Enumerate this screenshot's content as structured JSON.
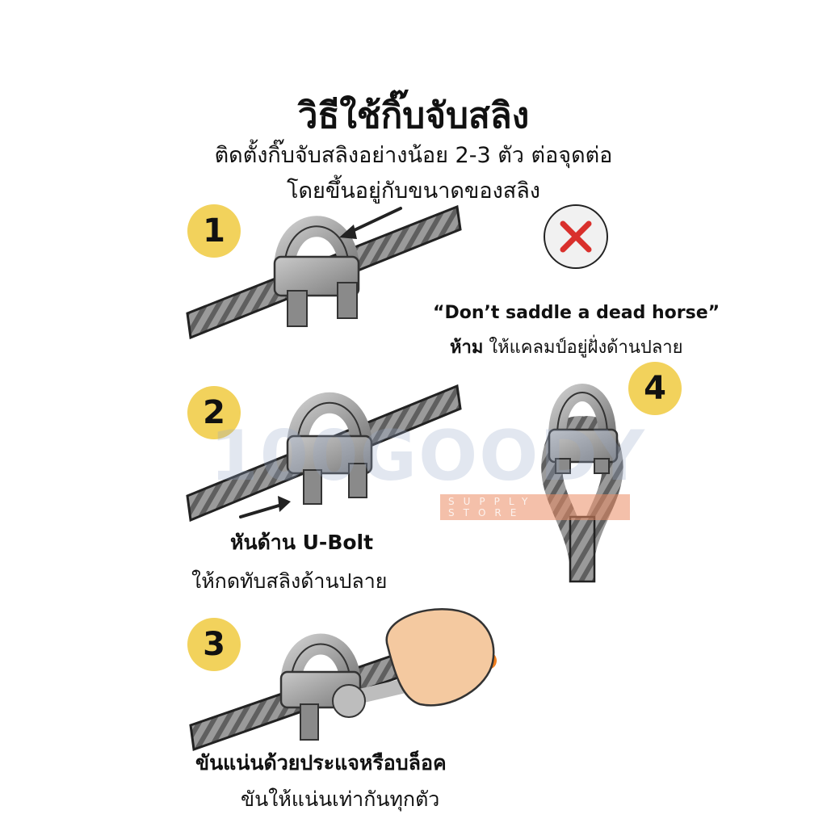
{
  "title": "วิธีใช้กิ๊บจับสลิง",
  "subtitle_line1": "ติดตั้งกิ๊บจับสลิงอย่างน้อย 2-3 ตัว ต่อจุดต่อ",
  "subtitle_line2": "โดยขึ้นอยู่กับขนาดของสลิง",
  "steps": [
    {
      "number": "1"
    },
    {
      "number": "2",
      "caption_bold": "หันด้าน U-Bolt",
      "caption": "ให้กดทับสลิงด้านปลาย"
    },
    {
      "number": "3",
      "caption_bold": "ขันแน่นด้วยประแจหรือบล็อค",
      "caption": "ขันให้แน่นเท่ากันทุกตัว"
    },
    {
      "number": "4"
    }
  ],
  "warning": {
    "quote": "“Don’t saddle a dead horse”",
    "prefix_bold": "ห้าม",
    "text": "ให้แคลมป์อยู่ฝั่งด้านปลาย"
  },
  "watermark": {
    "brand": "100GOODY",
    "tagline": "SUPPLY STORE"
  },
  "colors": {
    "badge": "#f2d25c",
    "cross": "#d9302c",
    "steel": "#8c8c8c",
    "hand": "#f4c9a0",
    "handle": "#f07e1f"
  }
}
